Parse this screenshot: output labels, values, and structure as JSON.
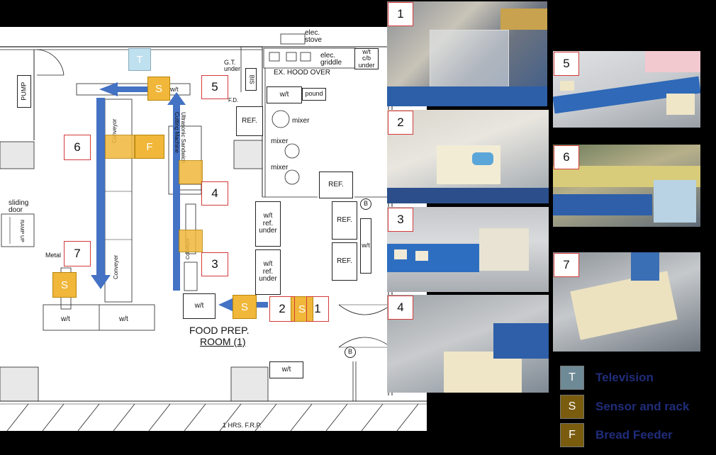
{
  "floorplan": {
    "labels": {
      "pump": "PUMP",
      "elec_stove": "elec.\nstove",
      "ex_hood_over": "EX. HOOD OVER",
      "elec_griddle": "elec.\ngriddle",
      "wt_cb_under": "w/t\nc/b\nunder",
      "gt_under": "G.T.\nunder",
      "fd": "F.D.",
      "bis": "BIS",
      "wt_pound_wt": "w/t",
      "pound": "pound",
      "ref_1": "REF.",
      "mixer_1": "mixer",
      "mixer_2": "mixer",
      "mixer_3": "mixer",
      "ref_2": "REF.",
      "ref_3": "REF.",
      "ref_4": "REF.",
      "wt_ref_under_1": "w/t\nref.\nunder",
      "wt_ref_under_2": "w/t\nref.\nunder",
      "wt_side": "w/t",
      "b_1": "B",
      "b_2": "B",
      "conveyor_upper": "Conveyor",
      "conveyor_lower": "Conveyer",
      "conveyor_mid": "Conveyor",
      "ultrasonic": "Ultrasonic Sandwich\nCutting Machine",
      "sliding_door": "sliding\ndoor",
      "metal": "Metal",
      "wt_bottom_1": "w/t",
      "wt_bottom_2": "w/t",
      "wt_small": "w/t",
      "wt_bottom_right": "w/t",
      "wt_top_s": "w/t",
      "food_prep_line1": "FOOD PREP.",
      "food_prep_line2": "ROOM (1)",
      "hrs": "1  HRS.  F.R.P.",
      "ramp": "RAMP UP"
    },
    "step_numbers": [
      "1",
      "2",
      "3",
      "4",
      "5",
      "6",
      "7"
    ],
    "markers": {
      "television": "T",
      "sensor": "S",
      "feeder": "F"
    }
  },
  "photos": [
    {
      "number": "1"
    },
    {
      "number": "2"
    },
    {
      "number": "3"
    },
    {
      "number": "4"
    },
    {
      "number": "5"
    },
    {
      "number": "6"
    },
    {
      "number": "7"
    }
  ],
  "legend": [
    {
      "symbol": "T",
      "label": "Television",
      "color": "#6e8a96"
    },
    {
      "symbol": "S",
      "label": "Sensor and rack",
      "color": "#7a5c0f"
    },
    {
      "symbol": "F",
      "label": "Bread Feeder",
      "color": "#7a5c0f"
    }
  ],
  "colors": {
    "arrow": "#4472c4",
    "sensor_marker": "#f0b73a",
    "tv_marker": "#bfe0ef",
    "step_border": "#d23a3a",
    "legend_text": "#1f2d7a"
  }
}
